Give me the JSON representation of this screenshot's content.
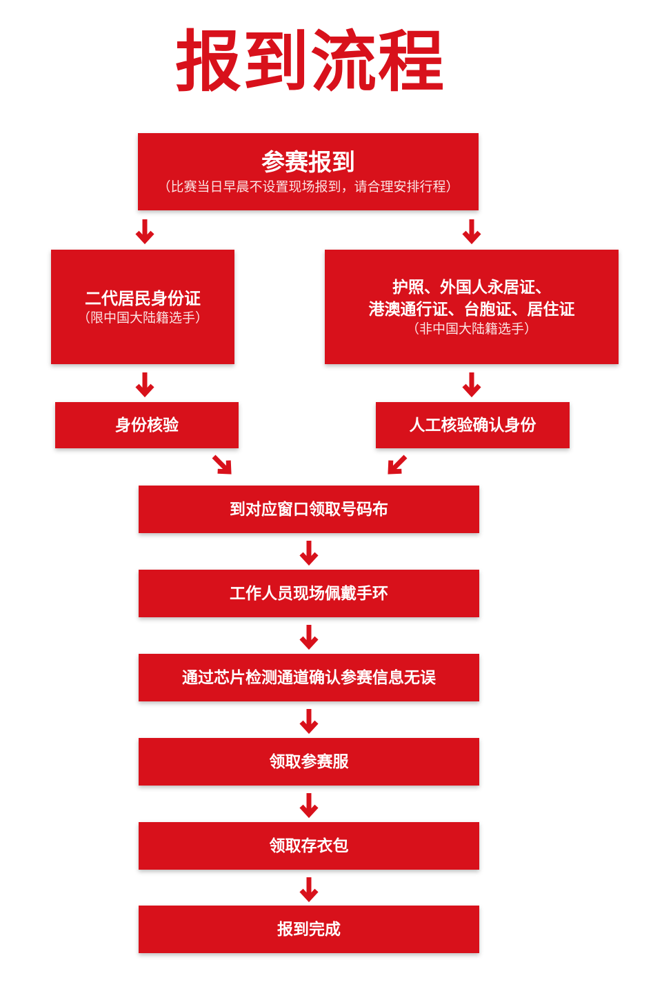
{
  "title": "报到流程",
  "colors": {
    "primary_red": "#d8111b",
    "text_on_red": "#ffffff"
  },
  "register": {
    "title": "参赛报到",
    "note": "（比赛当日早晨不设置现场报到，请合理安排行程）"
  },
  "branch_left": {
    "document": "二代居民身份证",
    "note": "（限中国大陆籍选手）",
    "verification": "身份核验"
  },
  "branch_right": {
    "document_line1": "护照、外国人永居证、",
    "document_line2": "港澳通行证、台胞证、居住证",
    "note": "（非中国大陆籍选手）",
    "verification": "人工核验确认身份"
  },
  "steps": [
    "到对应窗口领取号码布",
    "工作人员现场佩戴手环",
    "通过芯片检测通道确认参赛信息无误",
    "领取参赛服",
    "领取存衣包",
    "报到完成"
  ]
}
